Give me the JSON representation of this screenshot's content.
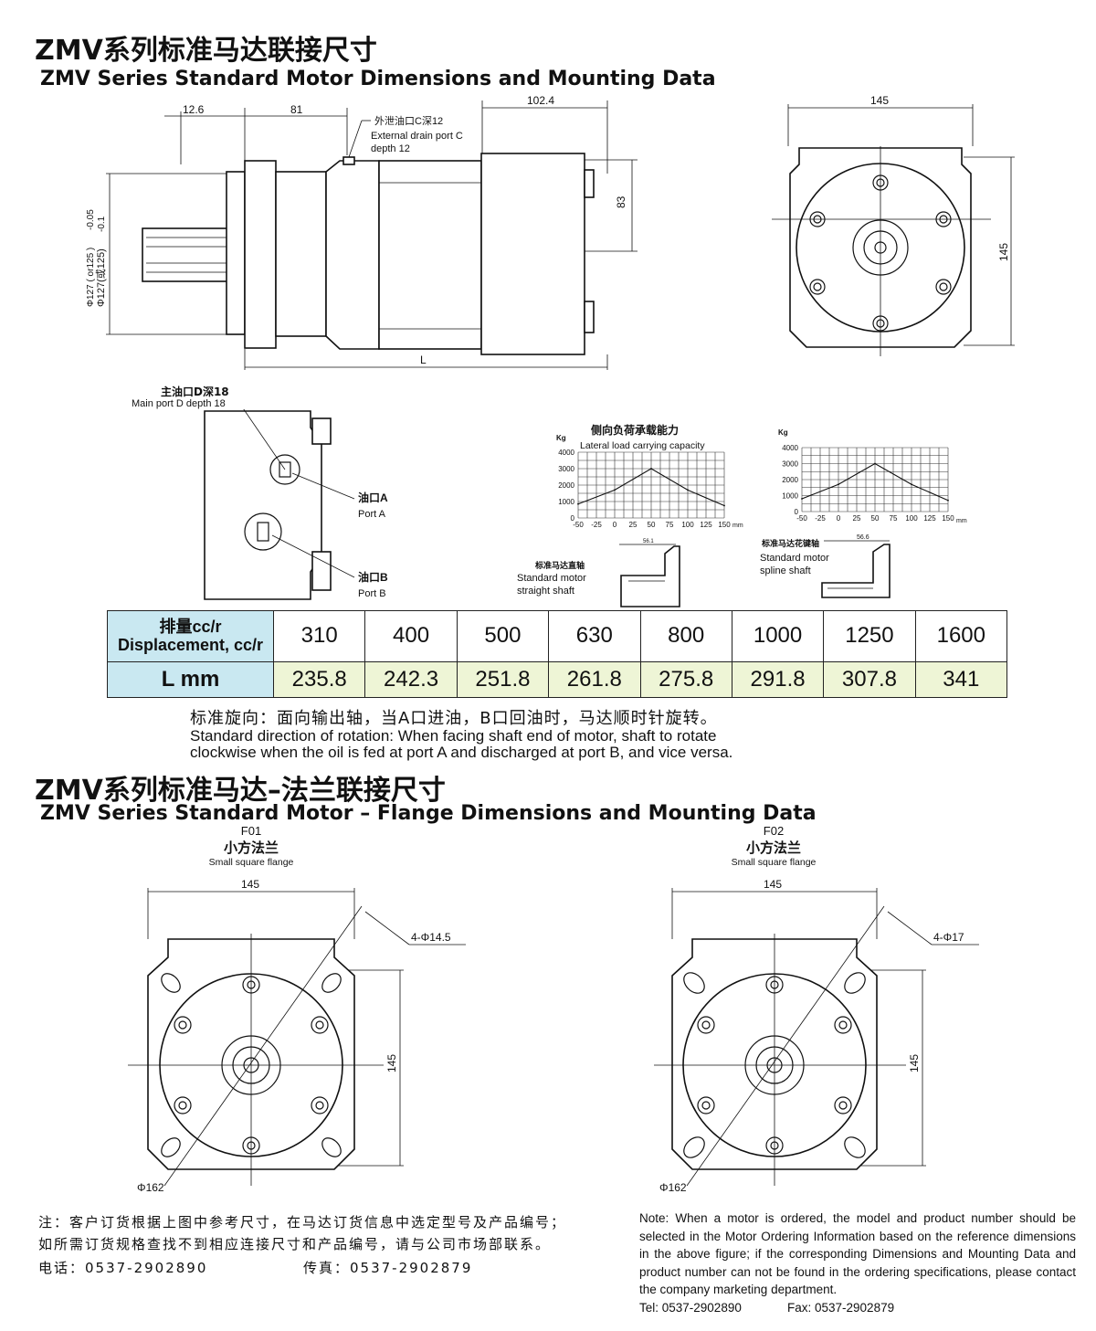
{
  "section1": {
    "title_cn": "ZMV系列标准马达联接尺寸",
    "title_en": "ZMV Series Standard Motor Dimensions and Mounting Data"
  },
  "side_view": {
    "dim_12_6": "12.6",
    "dim_81": "81",
    "dim_102_4": "102.4",
    "dim_83": "83",
    "dim_L": "L",
    "dia_label_1": "Φ127 ( or125 )",
    "dia_tol_1": "-0.05",
    "dia_label_2": "Φ127(或125)",
    "dia_tol_2": "-0.1",
    "drain_cn": "外泄油口C深12",
    "drain_en_1": "External drain port C",
    "drain_en_2": "depth 12"
  },
  "end_view": {
    "width": "145",
    "height": "145"
  },
  "port_view": {
    "main_cn": "主油口D深18",
    "main_en": "Main port D depth 18",
    "port_a_cn": "油口A",
    "port_a_en": "Port A",
    "port_b_cn": "油口B",
    "port_b_en": "Port B"
  },
  "load_chart_1": {
    "title_cn": "侧向负荷承载能力",
    "title_en": "Lateral load carrying capacity",
    "unit": "Kg",
    "x_unit": "mm"
  },
  "load_chart_2": {
    "unit": "Kg",
    "x_unit": "mm"
  },
  "chart_data": [
    {
      "type": "line",
      "title": "侧向负荷承载能力",
      "subtitle": "Lateral load carrying capacity",
      "ylabel": "Kg",
      "xlabel": "mm",
      "x_ticks": [
        "-50",
        "-25",
        "0",
        "25",
        "50",
        "75",
        "100",
        "125",
        "150"
      ],
      "y_ticks": [
        "4000",
        "3000",
        "2000",
        "1000",
        "0"
      ],
      "ylim": [
        0,
        4000
      ],
      "xlim": [
        -50,
        150
      ],
      "x": [
        -50,
        0,
        50,
        100,
        150
      ],
      "y": [
        850,
        1700,
        3000,
        1700,
        750
      ]
    },
    {
      "type": "line",
      "ylabel": "Kg",
      "xlabel": "mm",
      "x_ticks": [
        "-50",
        "-25",
        "0",
        "25",
        "50",
        "75",
        "100",
        "125",
        "150"
      ],
      "y_ticks": [
        "4000",
        "3000",
        "2000",
        "1000",
        "0"
      ],
      "ylim": [
        0,
        4000
      ],
      "xlim": [
        -50,
        150
      ],
      "x": [
        -50,
        0,
        50,
        100,
        150
      ],
      "y": [
        800,
        1700,
        3000,
        1700,
        700
      ]
    }
  ],
  "shafts": {
    "straight": {
      "dim": "56.1",
      "cn": "标准马达直轴",
      "en_1": "Standard motor",
      "en_2": "straight shaft"
    },
    "spline": {
      "dim": "56.6",
      "cn": "标准马达花键轴",
      "en_1": "Standard motor",
      "en_2": "spline shaft"
    }
  },
  "table": {
    "header_cn": "排量cc/r",
    "header_en": "Displacement, cc/r",
    "row2_label": "L mm",
    "displacements": [
      "310",
      "400",
      "500",
      "630",
      "800",
      "1000",
      "1250",
      "1600"
    ],
    "lengths": [
      "235.8",
      "242.3",
      "251.8",
      "261.8",
      "275.8",
      "291.8",
      "307.8",
      "341"
    ]
  },
  "rotation_note": {
    "cn": "标准旋向：面向输出轴，当A口进油，B口回油时，马达顺时针旋转。",
    "en_1": "Standard direction of rotation: When facing shaft end of motor, shaft to rotate",
    "en_2": "clockwise when the oil is fed at port A and discharged at port B, and vice versa."
  },
  "section2": {
    "title_cn": "ZMV系列标准马达–法兰联接尺寸",
    "title_en": "ZMV Series Standard Motor – Flange Dimensions and Mounting Data"
  },
  "flanges": [
    {
      "code": "F01",
      "cn": "小方法兰",
      "en": "Small square flange",
      "width": "145",
      "height": "145",
      "holes": "4-Φ14.5",
      "pcd": "Φ162"
    },
    {
      "code": "F02",
      "cn": "小方法兰",
      "en": "Small square flange",
      "width": "145",
      "height": "145",
      "holes": "4-Φ17",
      "pcd": "Φ162"
    }
  ],
  "footer": {
    "cn_1": "注：客户订货根据上图中参考尺寸，在马达订货信息中选定型号及产品编号；",
    "cn_2": "如所需订货规格查找不到相应连接尺寸和产品编号，请与公司市场部联系。",
    "cn_tel": "电话：0537-2902890",
    "cn_fax": "传真：0537-2902879",
    "en_note": "Note: When a motor is ordered, the model and product number should be selected in the Motor Ordering Information based on the reference dimensions in the above figure; if the corresponding Dimensions and Mounting Data and product number can not be found in the ordering specifications, please contact the company marketing department.",
    "en_tel": "Tel: 0537-2902890",
    "en_fax": "Fax: 0537-2902879"
  }
}
